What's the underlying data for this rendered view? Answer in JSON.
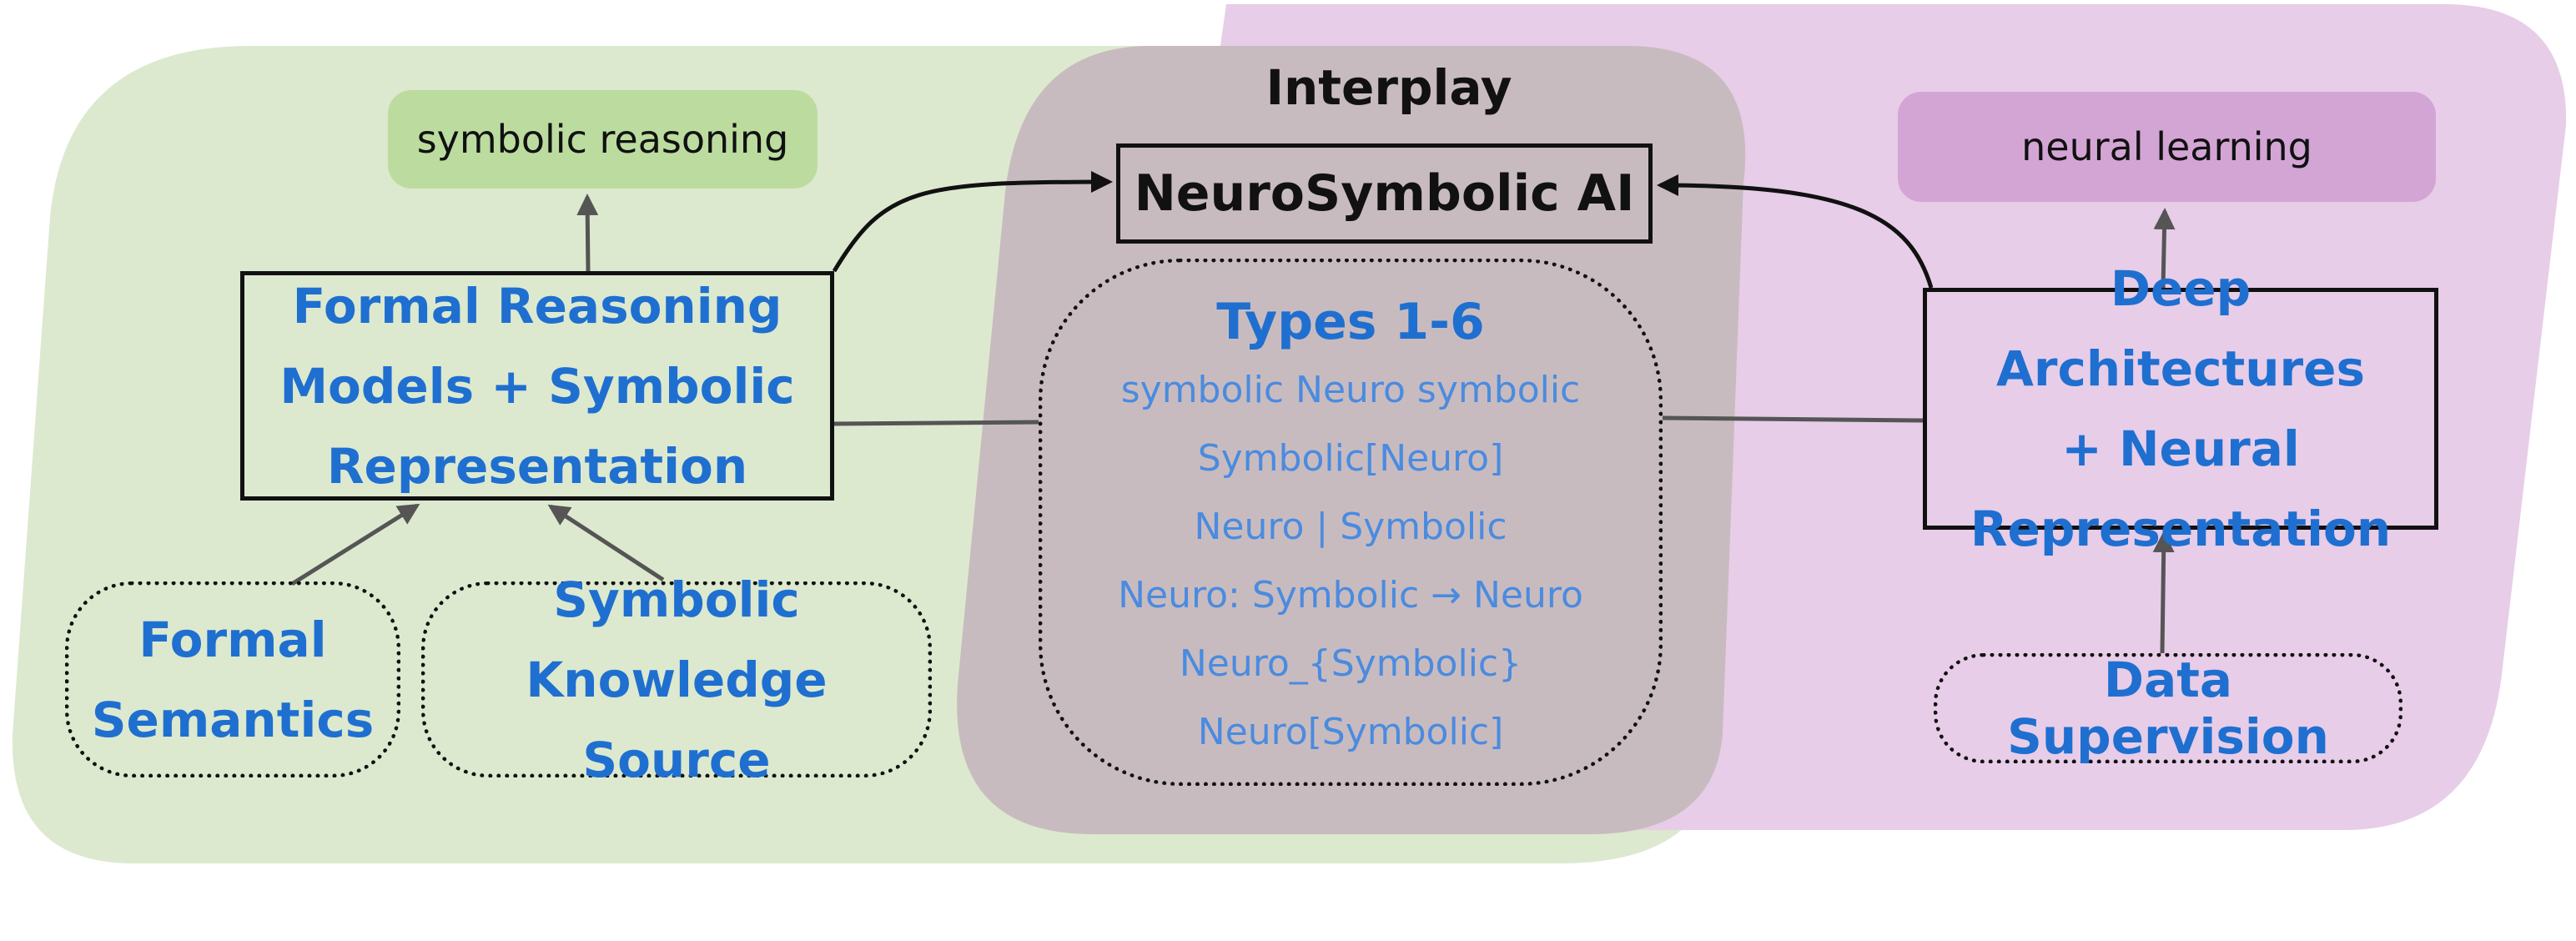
{
  "colors": {
    "symbolic_region": "#dce9cf",
    "neural_region": "#e7cde8",
    "interplay_region": "#c8bbbf",
    "symbolic_pill": "#bcdc9f",
    "neural_pill": "#d3a5d5",
    "text_blue": "#1f6fd0",
    "text_light_blue": "#4a8be0",
    "arrow_gray": "#555555"
  },
  "interplay": {
    "title": "Interplay",
    "central": "NeuroSymbolic AI",
    "types_title": "Types 1-6",
    "types": [
      "symbolic Neuro symbolic",
      "Symbolic[Neuro]",
      "Neuro | Symbolic",
      "Neuro: Symbolic → Neuro",
      "Neuro_{Symbolic}",
      "Neuro[Symbolic]"
    ]
  },
  "symbolic": {
    "pill": "symbolic reasoning",
    "main_lines": [
      "Formal Reasoning",
      "Models + Symbolic",
      "Representation"
    ],
    "source1_lines": [
      "Formal",
      "Semantics"
    ],
    "source2_lines": [
      "Symbolic",
      "Knowledge Source"
    ]
  },
  "neural": {
    "pill": "neural learning",
    "main_lines": [
      "Deep Architectures",
      "+ Neural",
      "Representation"
    ],
    "source": "Data Supervision"
  }
}
